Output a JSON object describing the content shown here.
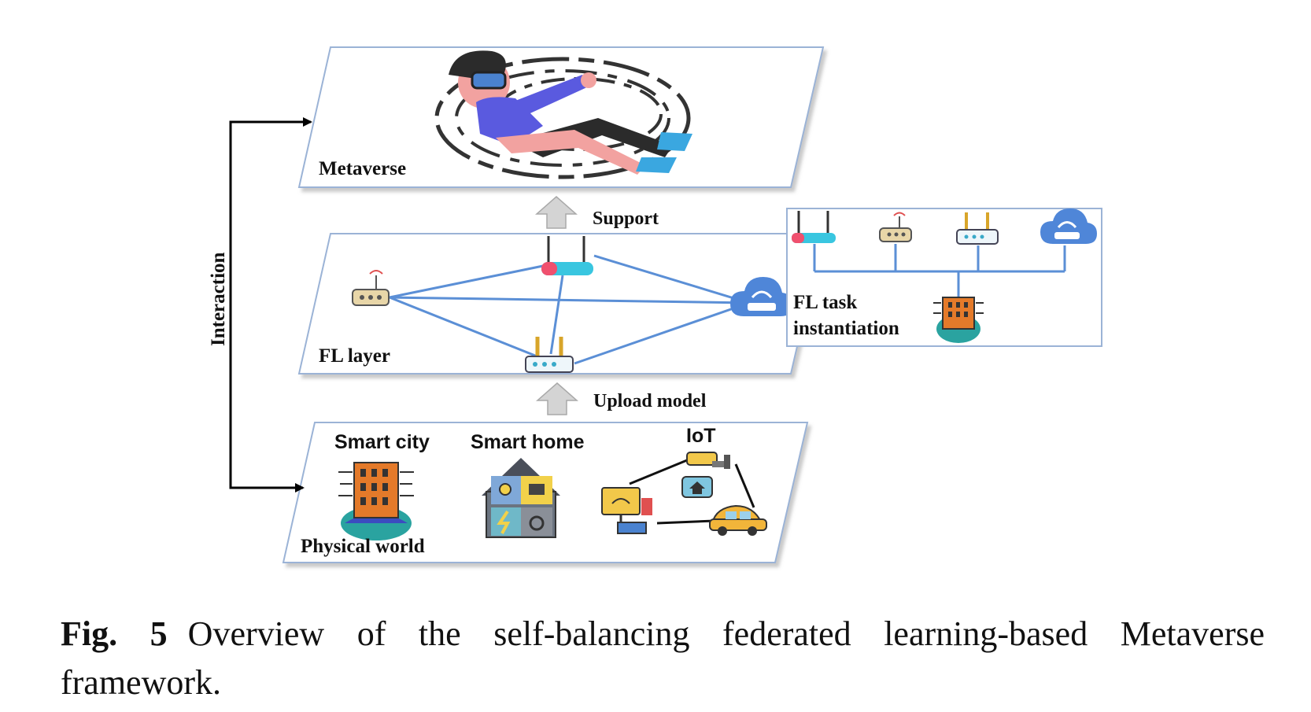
{
  "layers": {
    "metaverse": {
      "label": "Metaverse"
    },
    "fl_layer": {
      "label": "FL layer"
    },
    "physical_world": {
      "label": "Physical world"
    }
  },
  "arrows": {
    "support": "Support",
    "upload_model": "Upload model",
    "interaction": "Interaction"
  },
  "fl_task": {
    "label_line1": "FL task",
    "label_line2": "instantiation"
  },
  "physical_items": {
    "smart_city": "Smart city",
    "smart_home": "Smart home",
    "iot": "IoT"
  },
  "caption": {
    "figure_number": "Fig. 5",
    "text": "Overview of the self-balancing federated learning-based Metaverse framework."
  },
  "colors": {
    "plane_border": "#9bb3d6",
    "link_blue": "#5b8fd6",
    "arrow_gray": "#c9c9c9",
    "cloud_blue": "#4f86d8",
    "router_red": "#f0506e",
    "router_cyan": "#39c6e0"
  }
}
